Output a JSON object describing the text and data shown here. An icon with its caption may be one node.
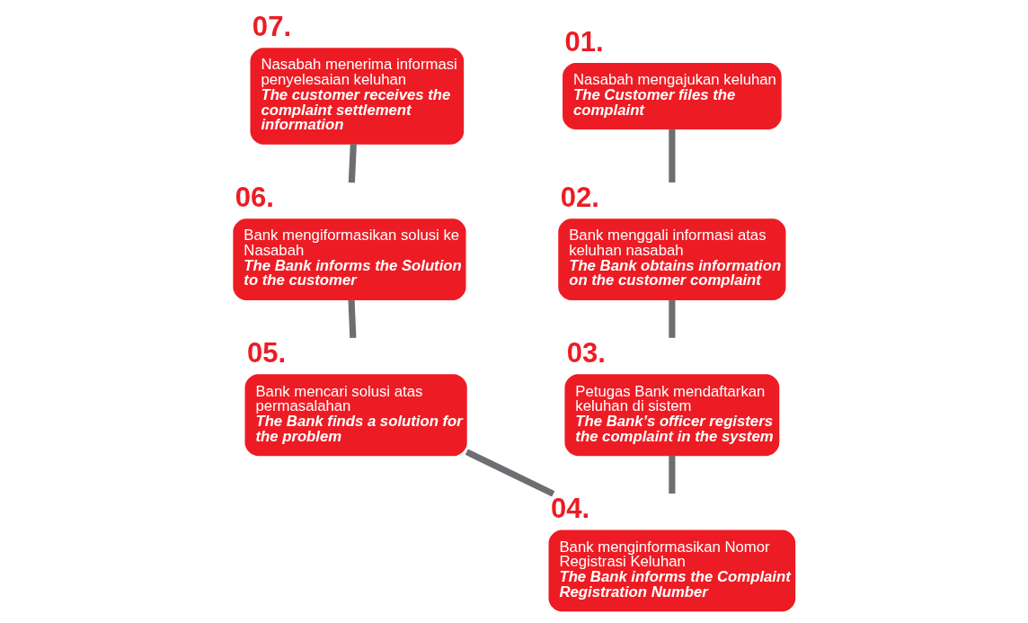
{
  "diagram": {
    "nodes": [
      {
        "text": [
          "01.",
          "Nasabah mengajukan keluhan",
          "The Customer files the complaint"
        ]
      },
      {
        "text": [
          "02.",
          "Bank menggali informasi atas keluhan nasabah",
          "The Bank obtains information on the customer complaint"
        ]
      },
      {
        "text": [
          "03.",
          "Petugas Bank mendaftarkan keluhan di sistem",
          "The Bank’s officer registers the complaint in the system"
        ]
      },
      {
        "text": [
          "04.",
          "Bank menginformasikan Nomor Registrasi Keluhan",
          "The Bank informs the Complaint Registration Number"
        ]
      },
      {
        "text": [
          "05.",
          "Bank mencari solusi atas permasalahan",
          "The Bank finds a solution for the problem"
        ]
      },
      {
        "text": [
          "06.",
          "Bank mengiformasikan solusi ke Nasabah",
          "The Bank informs the Solution to the customer"
        ]
      },
      {
        "text": [
          "07.",
          "Nasabah menerima informasi penyelesaian keluhan",
          "The customer receives the complaint settlement information"
        ]
      }
    ],
    "edges": [
      {
        "from": 0,
        "to": 1,
        "arrow": "none"
      },
      {
        "from": 1,
        "to": 2,
        "arrow": "none"
      },
      {
        "from": 2,
        "to": 3,
        "arrow": "none"
      },
      {
        "from": 3,
        "to": 4,
        "arrow": "none"
      },
      {
        "from": 4,
        "to": 5,
        "arrow": "none"
      },
      {
        "from": 5,
        "to": 6,
        "arrow": "none"
      }
    ]
  }
}
